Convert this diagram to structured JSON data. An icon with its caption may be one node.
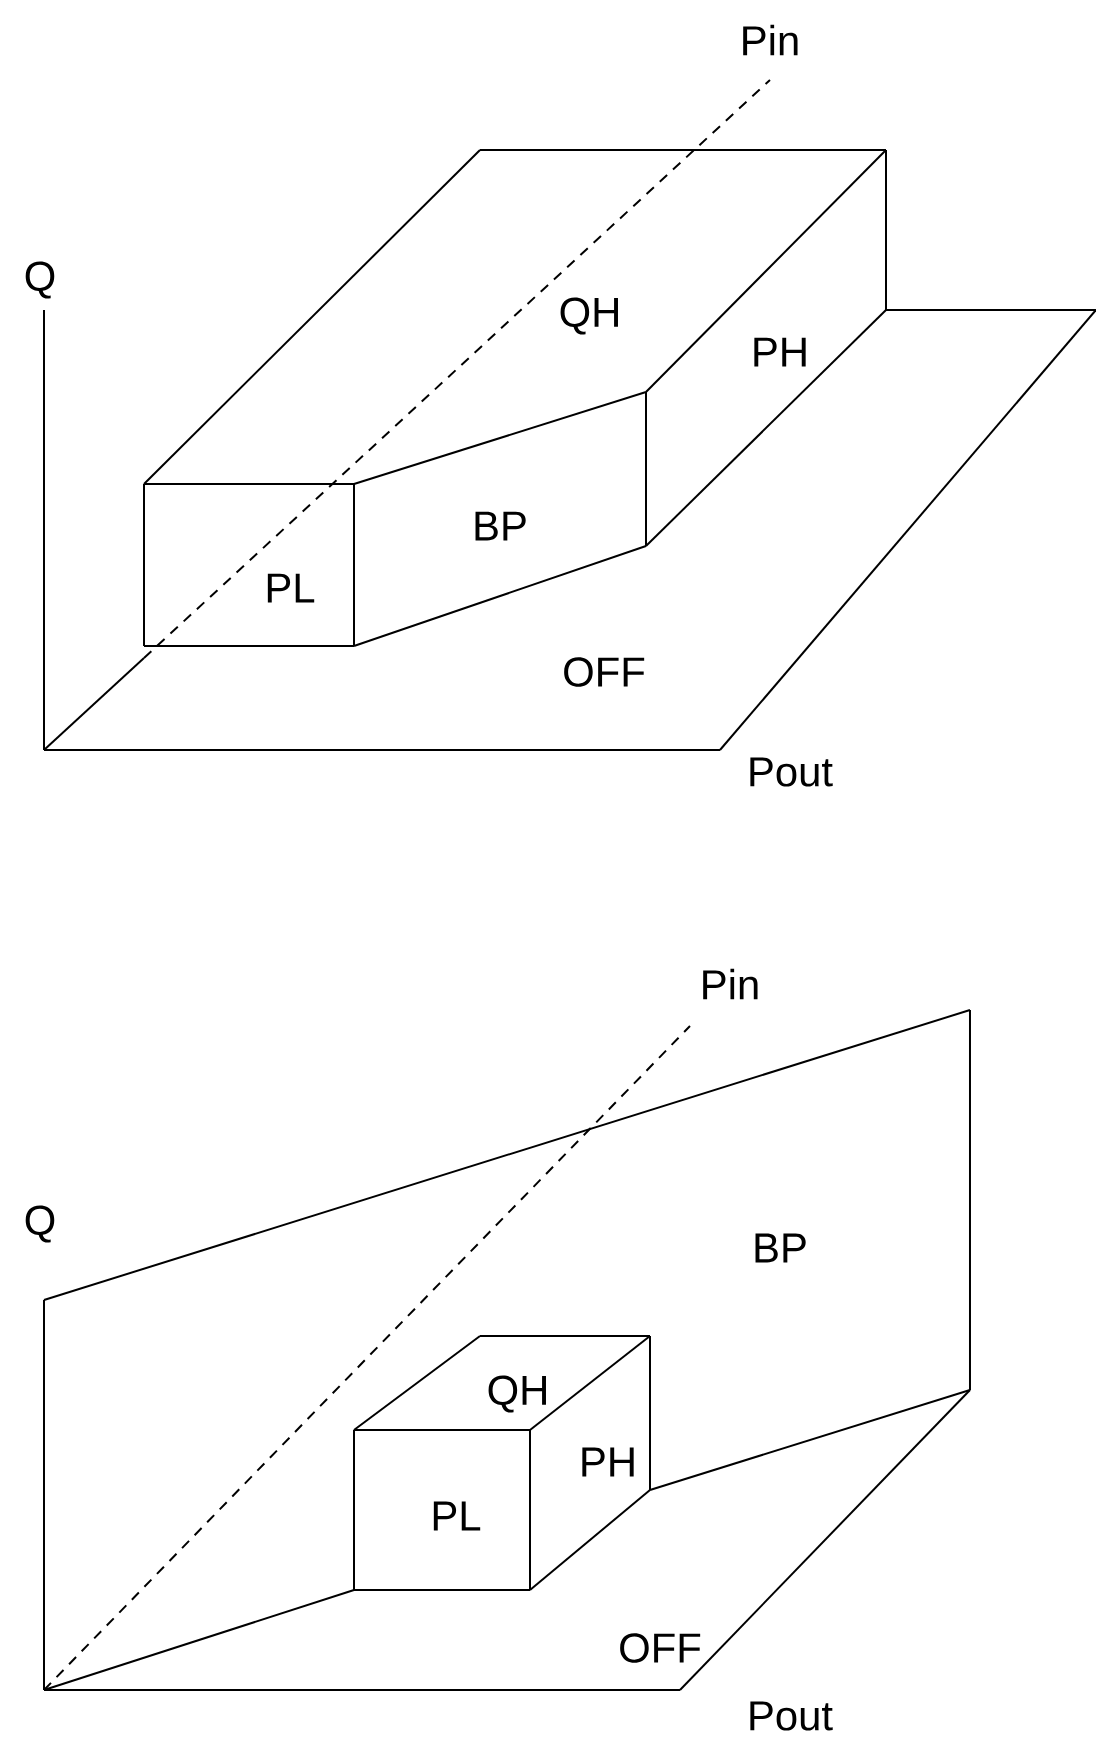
{
  "diagram": {
    "labels": [
      "Pin",
      "Q",
      "QH",
      "PH",
      "BP",
      "PL",
      "OFF",
      "Pout",
      "Pin",
      "Q",
      "BP",
      "QH",
      "PH",
      "PL",
      "OFF",
      "Pout"
    ]
  }
}
